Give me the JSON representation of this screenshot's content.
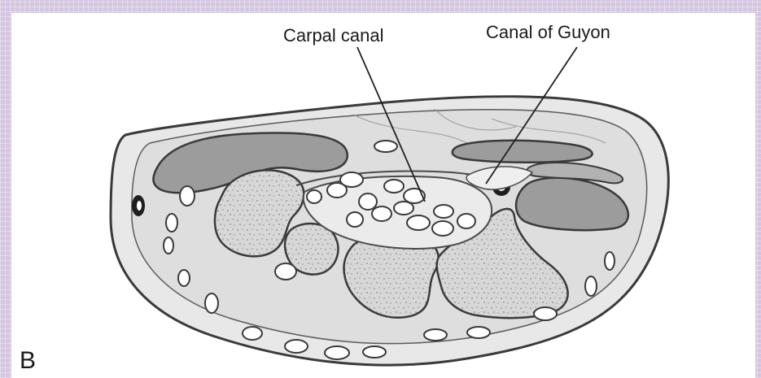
{
  "labels": {
    "carpal_canal": "Carpal canal",
    "canal_of_guyon": "Canal of Guyon",
    "panel_letter": "B"
  },
  "colors": {
    "background_frame": "#d4c6e0",
    "panel": "#ffffff",
    "outline": "#3a3a3a",
    "soft_tissue": "#e6e6e6",
    "muscle": "#9a9a9a",
    "bone": "#d7d7d7",
    "tendon": "#ffffff",
    "vessel": "#1e1e1e"
  }
}
